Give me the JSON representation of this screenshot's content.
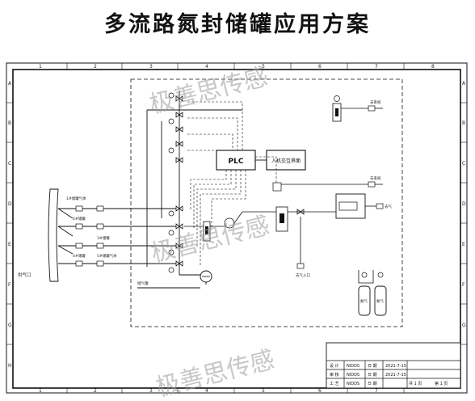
{
  "page_title": "多流路氮封储罐应用方案",
  "grid": {
    "columns": [
      "1",
      "2",
      "3",
      "4",
      "5",
      "6",
      "7",
      "8"
    ],
    "rows": [
      "A",
      "B",
      "C",
      "D",
      "E",
      "F",
      "G",
      "H"
    ]
  },
  "blocks": {
    "plc": "PLC",
    "hmi": "人机交互界面"
  },
  "outputs": {
    "top_right": "去系统",
    "mid_right": "去系统",
    "sensor_right": "去气",
    "bottom_center": "去气入口"
  },
  "left_labels": {
    "inlets": [
      "1#储罐气体",
      "2#储罐",
      "3#储罐",
      "4#储罐",
      "5#储罐气体"
    ],
    "vessel": "储气罐",
    "pipe": "供气口"
  },
  "cylinders": [
    "氮气",
    "氮气"
  ],
  "watermark": "极善思传感",
  "title_block": {
    "rows": [
      {
        "role": "设 计",
        "name": "NIDDS",
        "date_label": "日 期",
        "date": "2021-7-15"
      },
      {
        "role": "审 核",
        "name": "NIDDS",
        "date_label": "日 期",
        "date": "2021-7-15"
      },
      {
        "role": "工 艺",
        "name": "NIDDS",
        "date_label": "日 期",
        "sheets": "共 1 页",
        "sheet": "第 1 页"
      }
    ]
  }
}
